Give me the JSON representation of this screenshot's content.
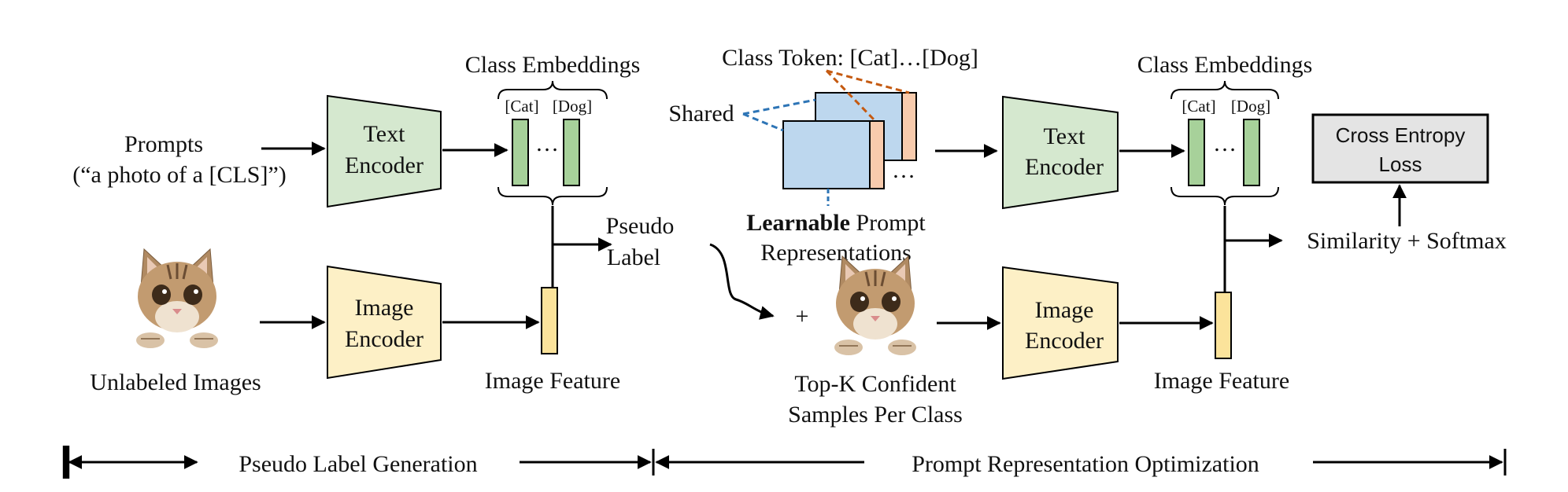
{
  "pseudo_label_generation": {
    "prompts_line1": "Prompts",
    "prompts_line2": "(“a photo of a [CLS]”)",
    "text_encoder": [
      "Text",
      "Encoder"
    ],
    "image_encoder": [
      "Image",
      "Encoder"
    ],
    "class_embeddings": "Class Embeddings",
    "cat_tag": "[Cat]",
    "dog_tag": "[Dog]",
    "ellipsis": "…",
    "unlabeled_images": "Unlabeled Images",
    "image_feature": "Image Feature",
    "pseudo_label": [
      "Pseudo",
      "Label"
    ]
  },
  "prompt_representation_optimization": {
    "class_token": "Class Token: [Cat]…[Dog]",
    "shared": "Shared",
    "ellipsis": "…",
    "learnable_bold": "Learnable",
    "learnable_rest": " Prompt",
    "representations": "Representations",
    "plus": "+",
    "topk_line1": "Top-K Confident",
    "topk_line2": "Samples Per Class",
    "text_encoder": [
      "Text",
      "Encoder"
    ],
    "image_encoder": [
      "Image",
      "Encoder"
    ],
    "class_embeddings": "Class Embeddings",
    "cat_tag": "[Cat]",
    "dog_tag": "[Dog]",
    "image_feature": "Image Feature",
    "similarity": "Similarity + Softmax",
    "loss": [
      "Cross Entropy",
      "Loss"
    ]
  },
  "stages": {
    "left": "Pseudo Label Generation",
    "right": "Prompt Representation Optimization"
  },
  "colors": {
    "text_encoder": "#d5e8cf",
    "image_encoder": "#fdf0c6",
    "embedding_bar": "#a7d19a",
    "feature_bar": "#fbe39b",
    "prompt_card": "#bdd7ee",
    "class_token": "#f8cbad",
    "loss_box": "#e4e4e4",
    "shared_dash": "#2e75b6",
    "class_token_dash": "#c55a11"
  },
  "icons": [
    "cat-photo",
    "cat-photo"
  ]
}
